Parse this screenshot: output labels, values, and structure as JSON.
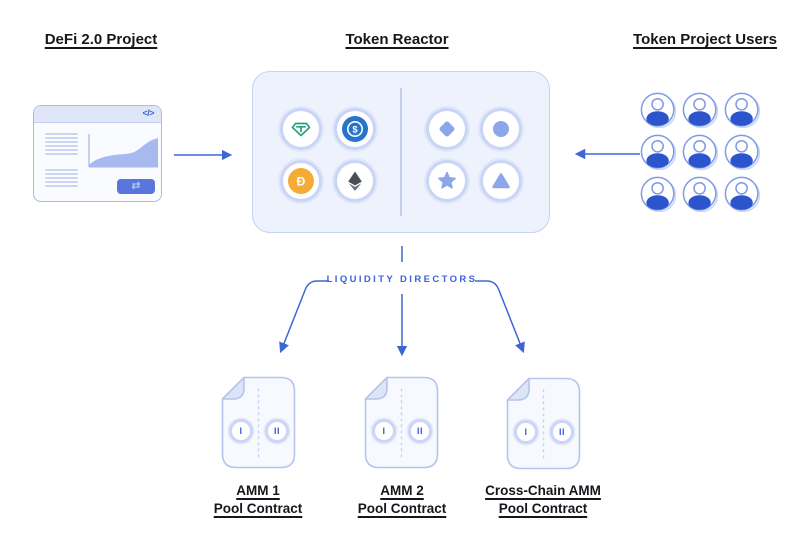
{
  "headers": {
    "project": "DeFi 2.0 Project",
    "reactor": "Token Reactor",
    "users": "Token Project Users"
  },
  "browser_card": {
    "code_icon": "</>",
    "swap_icon": "⇄"
  },
  "reactor": {
    "crypto_tokens": [
      {
        "name": "tether"
      },
      {
        "name": "usd-coin",
        "symbol": "$"
      },
      {
        "name": "dai",
        "symbol": "Đ"
      },
      {
        "name": "ethereum"
      }
    ],
    "project_tokens": [
      "diamond",
      "circle",
      "star",
      "triangle"
    ]
  },
  "users_grid": {
    "rows": 3,
    "cols": 3,
    "count": 9
  },
  "liquidity_directors_label": "LIQUIDITY DIRECTORS",
  "contracts": [
    {
      "title_line1": "AMM 1",
      "title_line2": "Pool Contract",
      "badge_left": "I",
      "badge_right": "II"
    },
    {
      "title_line1": "AMM 2",
      "title_line2": "Pool Contract",
      "badge_left": "I",
      "badge_right": "II"
    },
    {
      "title_line1": "Cross-Chain AMM",
      "title_line2": "Pool Contract",
      "badge_left": "I",
      "badge_right": "II"
    }
  ],
  "colors": {
    "accent_blue": "#4066d6",
    "user_body_blue": "#2c54cc",
    "periwinkle": "#8ca6ea",
    "tether_green": "#2aa17e",
    "usdc_blue": "#2775ca",
    "dai_orange": "#f5ac37",
    "eth_dark": "#4b4e57"
  }
}
